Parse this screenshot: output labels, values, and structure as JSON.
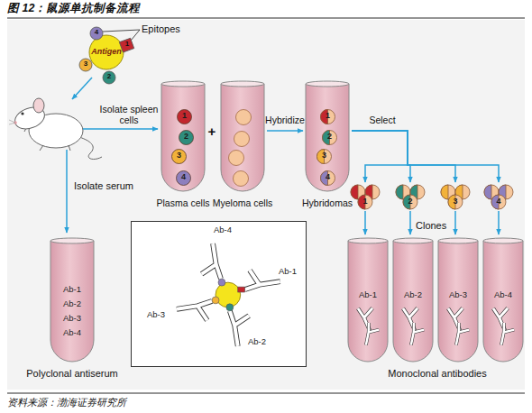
{
  "diagram": {
    "title": "图 12：鼠源单抗制备流程",
    "caption": "资料来源：渤海证券研究所",
    "nodes": [
      {
        "text": [
          "Antigen"
        ]
      },
      {
        "text": [
          "Plasma cells"
        ]
      },
      {
        "text": [
          "1"
        ],
        "in": 1
      },
      {
        "text": [
          "2"
        ],
        "in": 1
      },
      {
        "text": [
          "3"
        ],
        "in": 1
      },
      {
        "text": [
          "4"
        ],
        "in": 1
      },
      {
        "text": [
          "Myeloma cells"
        ]
      },
      {
        "text": [
          "Hybridomas"
        ]
      },
      {
        "text": [
          "1"
        ],
        "in": 7
      },
      {
        "text": [
          "2"
        ],
        "in": 7
      },
      {
        "text": [
          "3"
        ],
        "in": 7
      },
      {
        "text": [
          "4"
        ],
        "in": 7
      },
      {
        "text": [
          "1"
        ]
      },
      {
        "text": [
          "2"
        ]
      },
      {
        "text": [
          "3"
        ]
      },
      {
        "text": [
          "4"
        ]
      },
      {
        "text": [
          "Ab-1",
          "Ab-2",
          "Ab-3",
          "Ab-4",
          "Polyclonal antiserum"
        ]
      },
      {
        "text": [
          "Ab-4",
          "Ab-1",
          "Ab-3",
          "Ab-2"
        ]
      },
      {
        "text": [
          "Ab-1"
        ]
      },
      {
        "text": [
          "Ab-2"
        ]
      },
      {
        "text": [
          "Ab-3"
        ]
      },
      {
        "text": [
          "Ab-4"
        ]
      }
    ],
    "edges": [
      {
        "from": 6,
        "to": 7,
        "arrow": "to",
        "label": "Hybridize"
      },
      {
        "from": 7,
        "to": 12,
        "arrow": "to",
        "label": "Select"
      },
      {
        "from": 7,
        "to": 13,
        "arrow": "to"
      },
      {
        "from": 7,
        "to": 14,
        "arrow": "to"
      },
      {
        "from": 7,
        "to": 15,
        "arrow": "to"
      },
      {
        "from": 12,
        "to": 18,
        "arrow": "to"
      },
      {
        "from": 13,
        "to": 19,
        "arrow": "to"
      },
      {
        "from": 14,
        "to": 20,
        "arrow": "to"
      },
      {
        "from": 15,
        "to": 21,
        "arrow": "to"
      }
    ],
    "labels": [
      "Epitopes",
      "4",
      "1",
      "3",
      "2",
      "Isolate spleen cells",
      "Isolate serum",
      "+",
      "Clones",
      "Monoclonal antibodies"
    ]
  }
}
